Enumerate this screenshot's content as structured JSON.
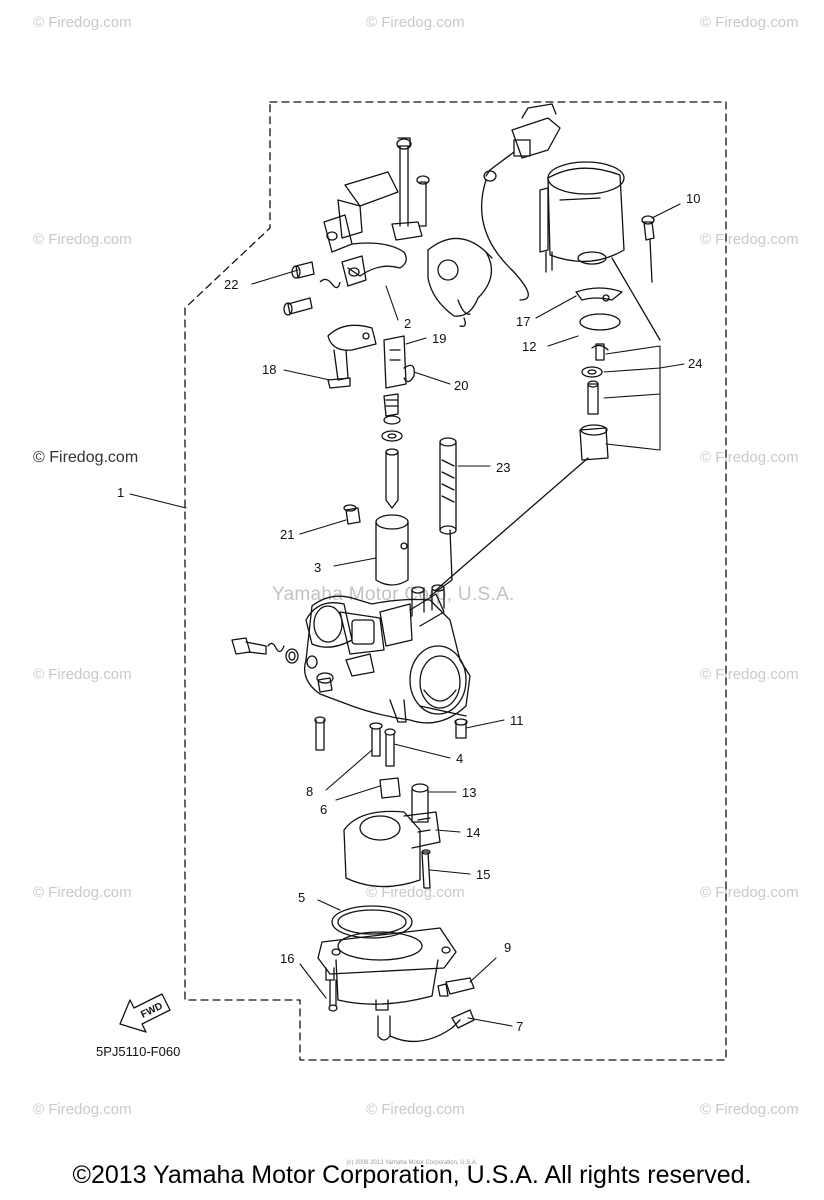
{
  "watermarks": {
    "firedog": "© Firedog.com",
    "firedog_dark": "© Firedog.com",
    "center": "Yamaha Motor Corp, U.S.A."
  },
  "diagram": {
    "code": "5PJ5110-F060",
    "fwd_label": "FWD",
    "callouts": [
      "1",
      "2",
      "3",
      "4",
      "5",
      "6",
      "7",
      "8",
      "9",
      "10",
      "11",
      "12",
      "13",
      "14",
      "15",
      "16",
      "17",
      "18",
      "19",
      "20",
      "21",
      "22",
      "23",
      "24"
    ]
  },
  "footer": {
    "copyright": "©2013 Yamaha Motor Corporation, U.S.A. All rights reserved.",
    "fine_print": "(c) 2006 2013 Yamaha Motor Corporation, U.S.A."
  }
}
